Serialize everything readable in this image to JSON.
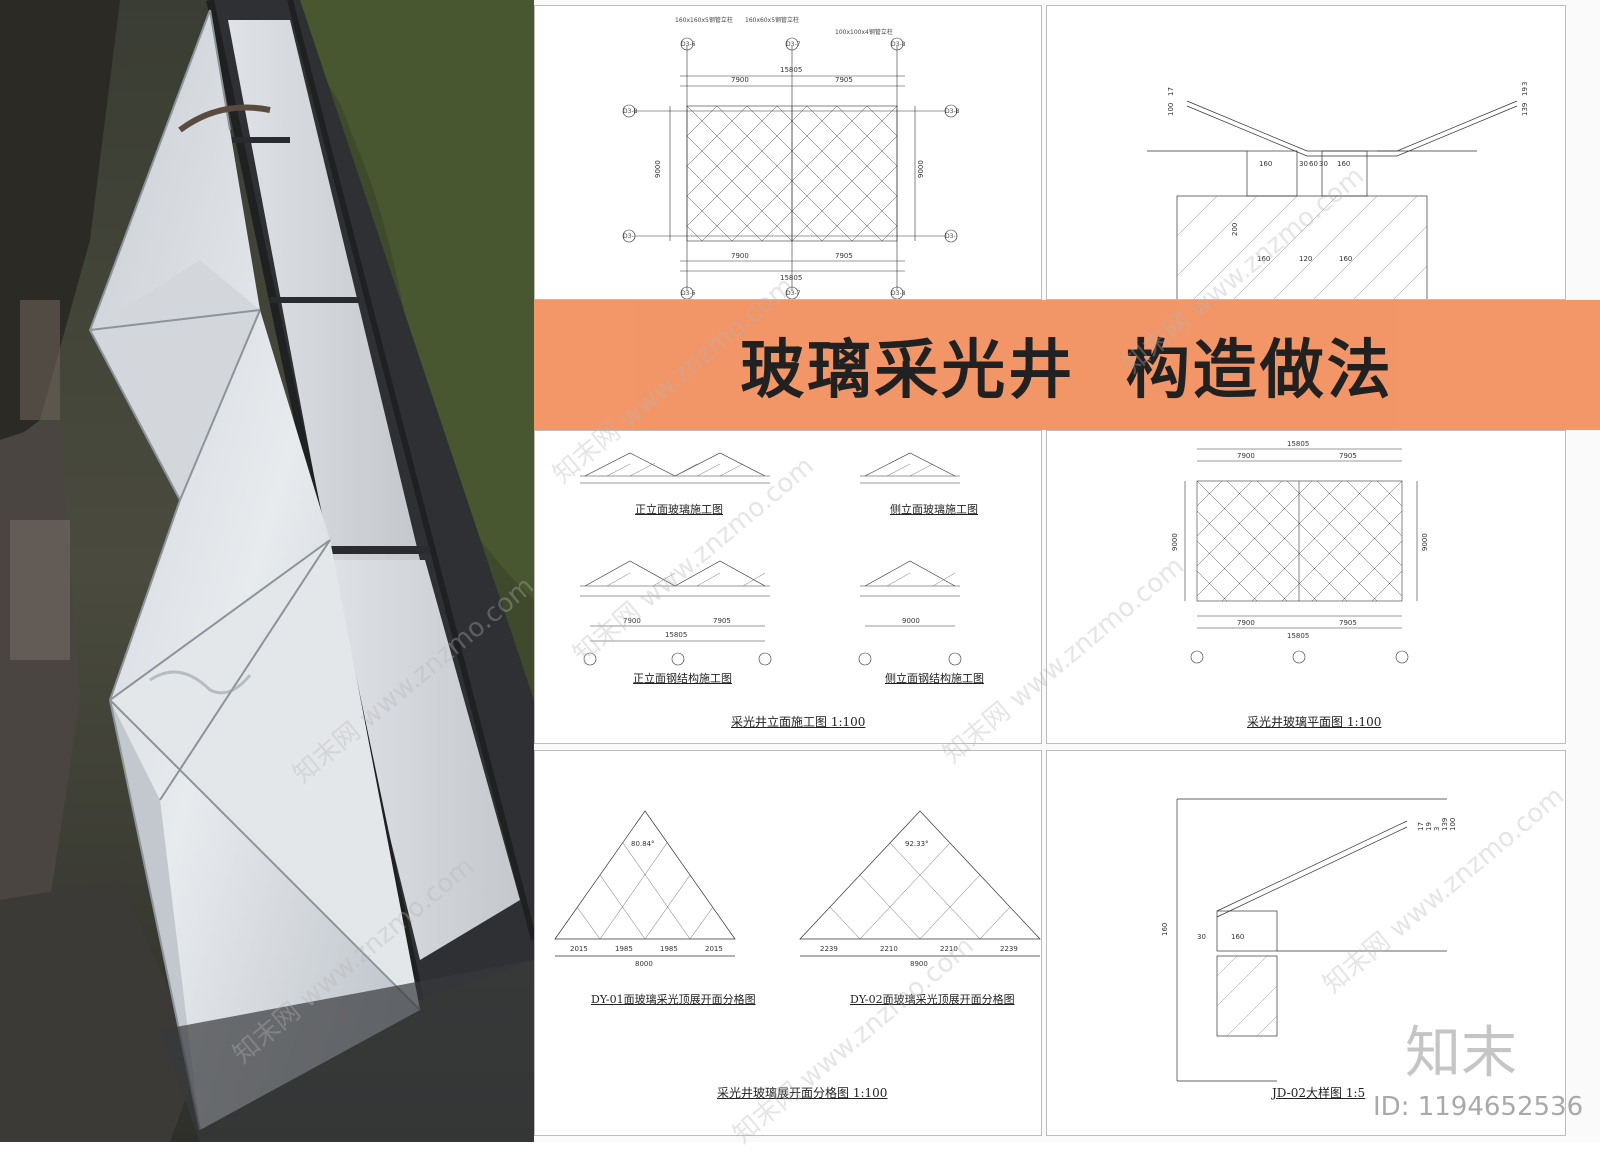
{
  "banner": {
    "title": "玻璃采光井  构造做法"
  },
  "watermark": {
    "text": "知末网 www.znzmo.com",
    "brand": "知末",
    "id_text": "ID: 1194652536"
  },
  "panels": {
    "plan_top": {
      "dims_top": [
        "7900",
        "7905",
        "15805"
      ],
      "dims_bottom": [
        "7900",
        "7905",
        "15805"
      ],
      "dim_side": "9000",
      "axes": [
        "D3-6",
        "D3-7",
        "D3-8",
        "D3-B",
        "D3-J"
      ],
      "notes": [
        "160x160x5钢管立柱",
        "160x60x5钢管立柱",
        "100x100x4钢管立柱"
      ]
    },
    "section_top": {
      "dims": [
        "160",
        "30",
        "60",
        "30",
        "160",
        "160",
        "120",
        "160",
        "200",
        "100",
        "17",
        "19",
        "3",
        "139"
      ]
    },
    "elevations": {
      "caption_front_glass": "正立面玻璃施工图",
      "caption_side_glass": "侧立面玻璃施工图",
      "caption_front_steel": "正立面钢结构施工图",
      "caption_side_steel": "侧立面钢结构施工图",
      "caption_main": "采光井立面施工图",
      "scale": "1:100",
      "dims": [
        "7900",
        "7905",
        "15805",
        "9000"
      ]
    },
    "glass_plan": {
      "caption": "采光井玻璃平面图",
      "scale": "1:100",
      "dims_top": [
        "7900",
        "7905",
        "15805"
      ],
      "dims_bottom": [
        "7900",
        "7905",
        "15805"
      ],
      "dim_side": "9000"
    },
    "unfold": {
      "caption_dy01": "DY-01面玻璃采光顶展开面分格图",
      "caption_dy02": "DY-02面玻璃采光顶展开面分格图",
      "caption_main": "采光井玻璃展开面分格图",
      "scale": "1:100",
      "dy01_angle": "80.84°",
      "dy02_angle": "92.33°",
      "dy01_dims": [
        "2015",
        "1985",
        "1985",
        "2015",
        "8000"
      ],
      "dy02_dims": [
        "2239",
        "2210",
        "2210",
        "2239",
        "8900"
      ]
    },
    "detail": {
      "caption": "JD-02大样图",
      "scale": "1:5",
      "dims": [
        "160",
        "30",
        "160",
        "17",
        "19",
        "3",
        "139",
        "100"
      ]
    }
  },
  "colors": {
    "banner": "#f28f5e",
    "frame": "#2f3033",
    "glass": "#d9dde2"
  }
}
